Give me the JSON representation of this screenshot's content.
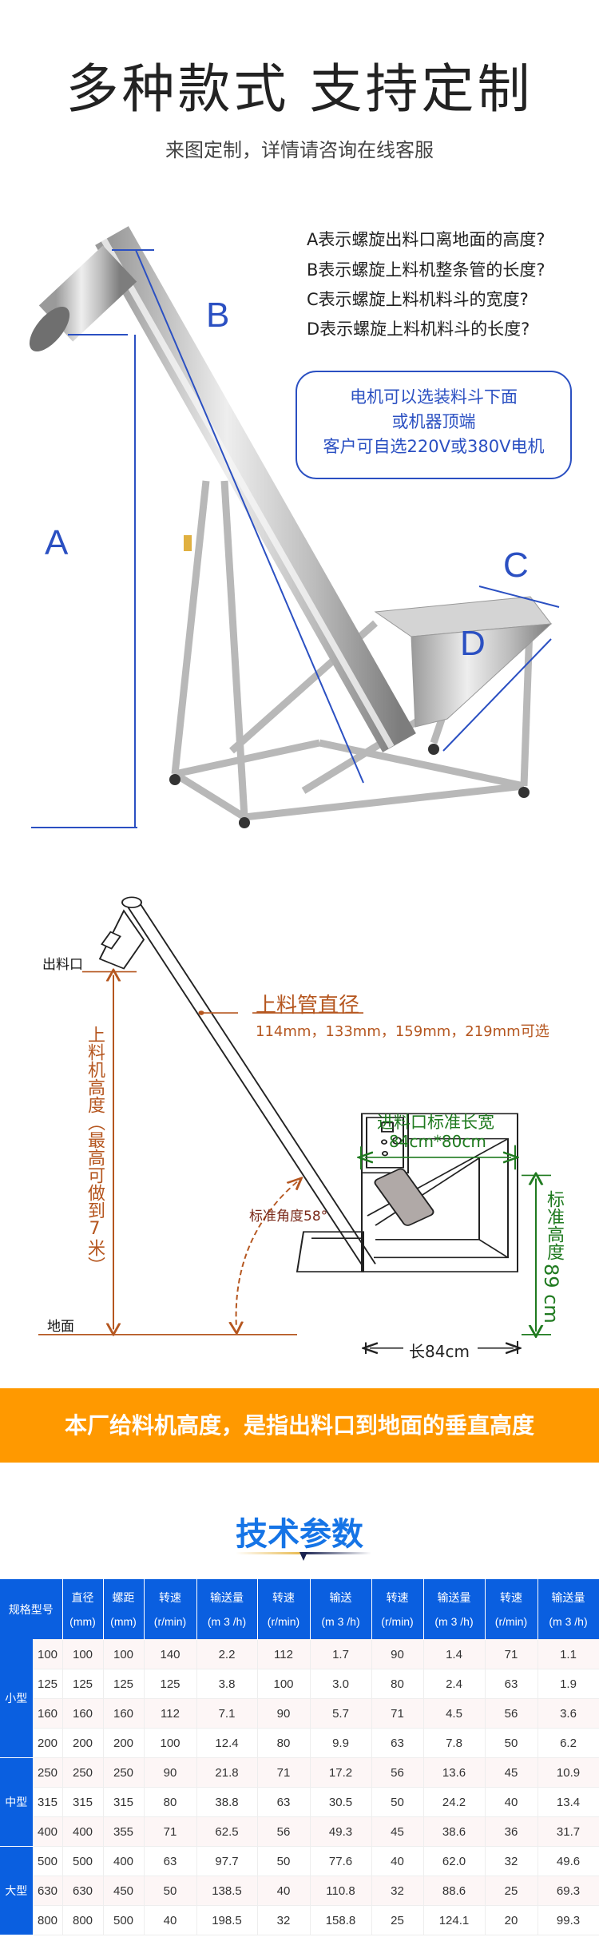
{
  "header": {
    "title": "多种款式 支持定制",
    "subtitle": "来图定制，详情请咨询在线客服"
  },
  "photo": {
    "questions": [
      "A表示螺旋出料口离地面的高度?",
      "B表示螺旋上料机整条管的长度?",
      "C表示螺旋上料机料斗的宽度?",
      "D表示螺旋上料机料斗的长度?"
    ],
    "motor_note": [
      "电机可以选装料斗下面",
      "或机器顶端",
      "客户可自选220V或380V电机"
    ],
    "labels": {
      "a": "A",
      "b": "B",
      "c": "C",
      "d": "D"
    },
    "accent": "#2b50c2"
  },
  "diagram": {
    "outlet": "出料口",
    "ground": "地面",
    "pipe_title": "上料管直径",
    "pipe_sizes": "114mm，133mm，159mm，219mm可选",
    "height_label": "上料机高度（最高可做到7米）",
    "inlet_title": "进料口标准长宽",
    "inlet_size": "84cm*80cm",
    "std_height": "标准高度",
    "std_height_value": "89 cm",
    "length": "长84cm",
    "angle": "标准角度58°",
    "colors": {
      "brown": "#b5561f",
      "green": "#1f7a1f"
    }
  },
  "banner": {
    "text": "本厂给料机高度，是指出料口到地面的垂直高度",
    "color": "#ff9900"
  },
  "tech": {
    "title": "技术参数",
    "headers": [
      [
        "规格型号",
        ""
      ],
      [
        "直径",
        "(mm)"
      ],
      [
        "螺距",
        "(mm)"
      ],
      [
        "转速",
        "(r/min)"
      ],
      [
        "输送量",
        "(m 3 /h)"
      ],
      [
        "转速",
        "(r/min)"
      ],
      [
        "输送",
        "(m 3 /h)"
      ],
      [
        "转速",
        "(r/min)"
      ],
      [
        "输送量",
        "(m 3 /h)"
      ],
      [
        "转速",
        "(r/min)"
      ],
      [
        "输送量",
        "(m 3 /h)"
      ]
    ],
    "groups": [
      {
        "name": "小型",
        "rows": 4
      },
      {
        "name": "中型",
        "rows": 3
      },
      {
        "name": "大型",
        "rows": 3
      }
    ],
    "rows": [
      [
        "100",
        "100",
        "100",
        "140",
        "2.2",
        "112",
        "1.7",
        "90",
        "1.4",
        "71",
        "1.1"
      ],
      [
        "125",
        "125",
        "125",
        "125",
        "3.8",
        "100",
        "3.0",
        "80",
        "2.4",
        "63",
        "1.9"
      ],
      [
        "160",
        "160",
        "160",
        "112",
        "7.1",
        "90",
        "5.7",
        "71",
        "4.5",
        "56",
        "3.6"
      ],
      [
        "200",
        "200",
        "200",
        "100",
        "12.4",
        "80",
        "9.9",
        "63",
        "7.8",
        "50",
        "6.2"
      ],
      [
        "250",
        "250",
        "250",
        "90",
        "21.8",
        "71",
        "17.2",
        "56",
        "13.6",
        "45",
        "10.9"
      ],
      [
        "315",
        "315",
        "315",
        "80",
        "38.8",
        "63",
        "30.5",
        "50",
        "24.2",
        "40",
        "13.4"
      ],
      [
        "400",
        "400",
        "355",
        "71",
        "62.5",
        "56",
        "49.3",
        "45",
        "38.6",
        "36",
        "31.7"
      ],
      [
        "500",
        "500",
        "400",
        "63",
        "97.7",
        "50",
        "77.6",
        "40",
        "62.0",
        "32",
        "49.6"
      ],
      [
        "630",
        "630",
        "450",
        "50",
        "138.5",
        "40",
        "110.8",
        "32",
        "88.6",
        "25",
        "69.3"
      ],
      [
        "800",
        "800",
        "500",
        "40",
        "198.5",
        "32",
        "158.8",
        "25",
        "124.1",
        "20",
        "99.3"
      ]
    ],
    "header_color": "#0a5fe0"
  }
}
